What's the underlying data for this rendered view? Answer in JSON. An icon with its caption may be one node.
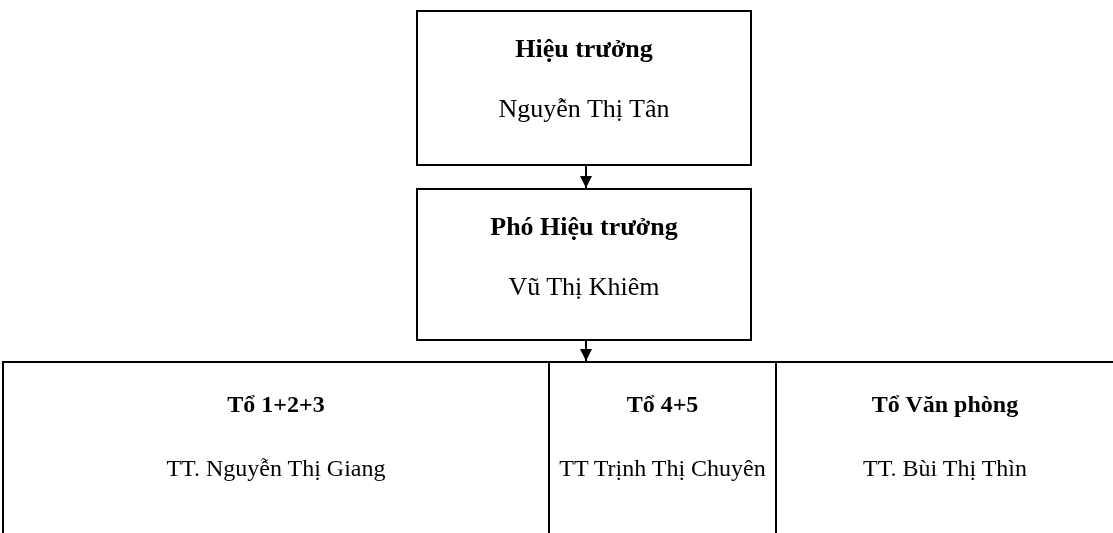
{
  "diagram": {
    "nodes": [
      {
        "text": [
          "Hiệu trưởng",
          "Nguyễn Thị Tân"
        ]
      },
      {
        "text": [
          "Phó Hiệu trưởng",
          "Vũ Thị Khiêm"
        ]
      },
      {
        "text": [
          "Tổ 1+2+3",
          "TT. Nguyễn Thị Giang"
        ]
      },
      {
        "text": [
          "Tổ 4+5",
          "TT Trịnh Thị Chuyên"
        ]
      },
      {
        "text": [
          "Tổ Văn phòng",
          "TT. Bùi Thị Thìn"
        ]
      }
    ],
    "edges": [
      {
        "from": 0,
        "to": 1,
        "arrow": "to"
      },
      {
        "from": 1,
        "to": 3,
        "arrow": "to"
      }
    ]
  }
}
